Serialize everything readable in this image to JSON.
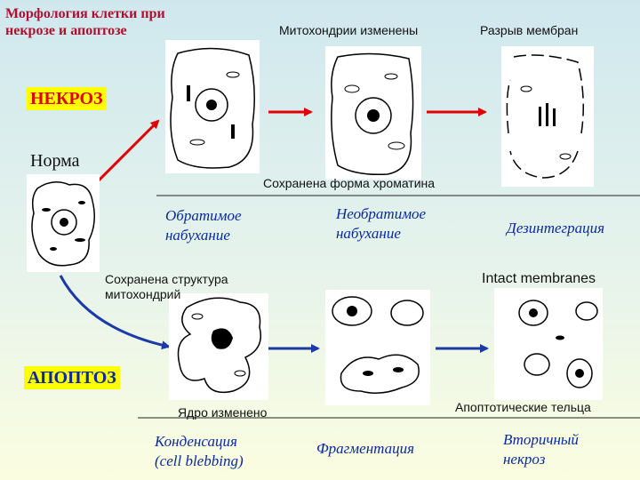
{
  "title_line1": "Морфология клетки при",
  "title_line2": "некрозе и апоптозе",
  "headers": {
    "mito_changed": "Митохондрии изменены",
    "membrane_rupture": "Разрыв мембран"
  },
  "labels": {
    "necrosis": "НЕКРОЗ",
    "norm": "Норма",
    "apoptosis": "АПОПТОЗ",
    "chromatin_preserved": "Сохранена форма хроматина",
    "mito_preserved_1": "Сохранена структура",
    "mito_preserved_2": "митохондрий",
    "intact_membranes": "Intact membranes",
    "nucleus_changed": "Ядро изменено",
    "apoptotic_bodies": "Апоптотические тельца"
  },
  "stages": {
    "reversible_1": "Обратимое",
    "reversible_2": "набухание",
    "irreversible_1": "Необратимое",
    "irreversible_2": "набухание",
    "disintegration": "Дезинтеграция",
    "condensation_1": "Конденсация",
    "condensation_2": "(cell blebbing)",
    "fragmentation": "Фрагментация",
    "secondary_1": "Вторичный",
    "secondary_2": "некроз"
  },
  "colors": {
    "necrosis_arrow": "#e00000",
    "apoptosis_arrow": "#1a3aa8",
    "label_bg": "#ffff00"
  }
}
